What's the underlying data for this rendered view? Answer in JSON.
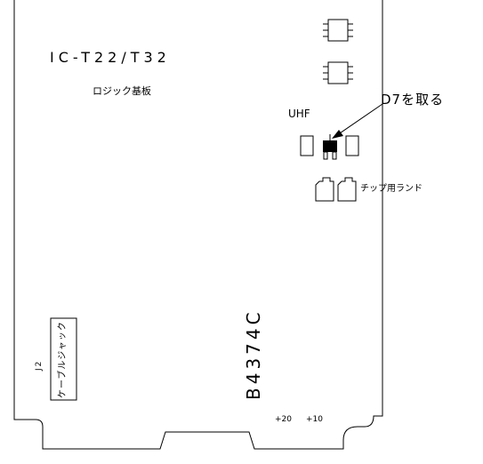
{
  "board": {
    "title": "IC-T22/T32",
    "subtitle": "ロジック基板",
    "band_label": "UHF",
    "annotation": "D7を取る",
    "chip_land_label": "チップ用ランド",
    "part_number": "B4374C",
    "connector_ref": "J2",
    "connector_label": "ケーブルジャック",
    "pad_label_a": "+20",
    "pad_label_b": "+10"
  },
  "colors": {
    "line": "#000000",
    "background": "#ffffff"
  }
}
